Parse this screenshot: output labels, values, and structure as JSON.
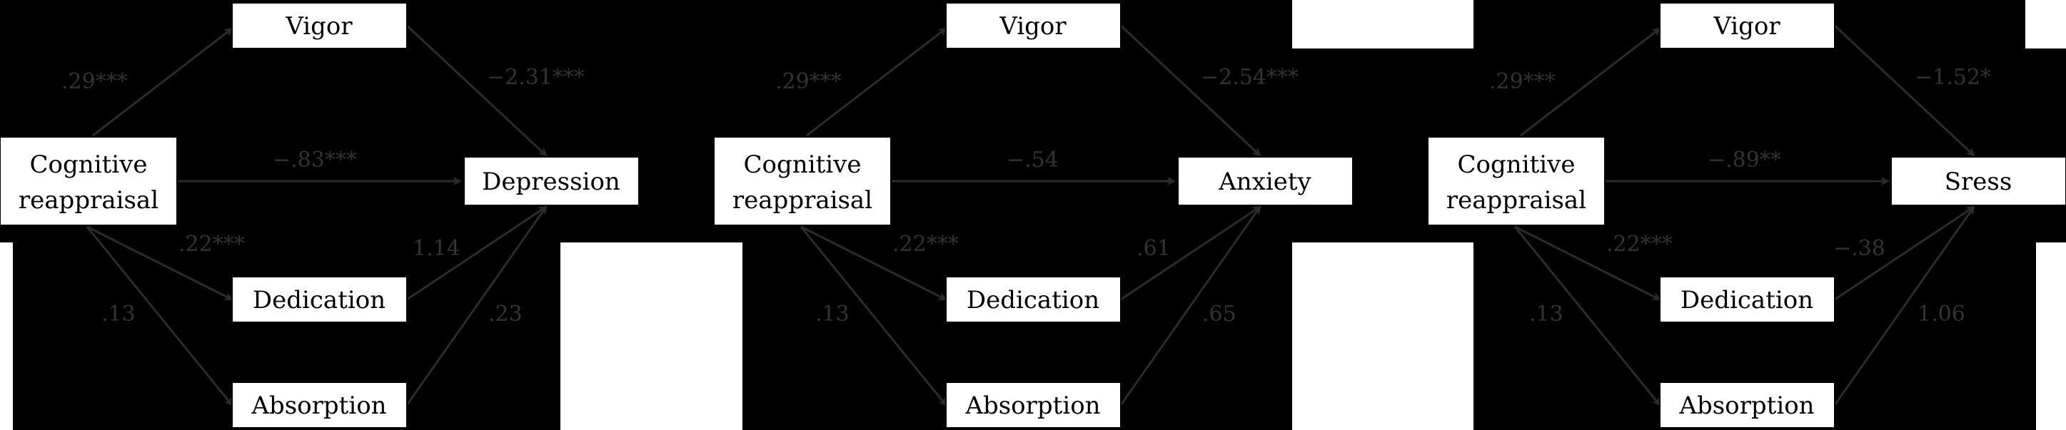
{
  "colors": {
    "background": "#000000",
    "node_fill": "#ffffff",
    "node_text": "#000000",
    "edge": "#2b2b2b",
    "edge_label": "#333333"
  },
  "panels": [
    {
      "id": "depression",
      "nodes": {
        "predictor": [
          "Cognitive",
          "reappraisal"
        ],
        "vigor": "Vigor",
        "dedication": "Dedication",
        "absorption": "Absorption",
        "outcome": "Depression"
      },
      "paths": {
        "pred_vigor": ".29***",
        "pred_dedication": ".22***",
        "pred_absorption": ".13",
        "direct": "−.83***",
        "vigor_outcome": "−2.31***",
        "dedication_outcome": "1.14",
        "absorption_outcome": ".23"
      }
    },
    {
      "id": "anxiety",
      "nodes": {
        "predictor": [
          "Cognitive",
          "reappraisal"
        ],
        "vigor": "Vigor",
        "dedication": "Dedication",
        "absorption": "Absorption",
        "outcome": "Anxiety"
      },
      "paths": {
        "pred_vigor": ".29***",
        "pred_dedication": ".22***",
        "pred_absorption": ".13",
        "direct": "−.54",
        "vigor_outcome": "−2.54***",
        "dedication_outcome": ".61",
        "absorption_outcome": ".65"
      }
    },
    {
      "id": "stress",
      "nodes": {
        "predictor": [
          "Cognitive",
          "reappraisal"
        ],
        "vigor": "Vigor",
        "dedication": "Dedication",
        "absorption": "Absorption",
        "outcome": "Sress"
      },
      "paths": {
        "pred_vigor": ".29***",
        "pred_dedication": ".22***",
        "pred_absorption": ".13",
        "direct": "−.89**",
        "vigor_outcome": "−1.52*",
        "dedication_outcome": "−.38",
        "absorption_outcome": "1.06"
      }
    }
  ]
}
